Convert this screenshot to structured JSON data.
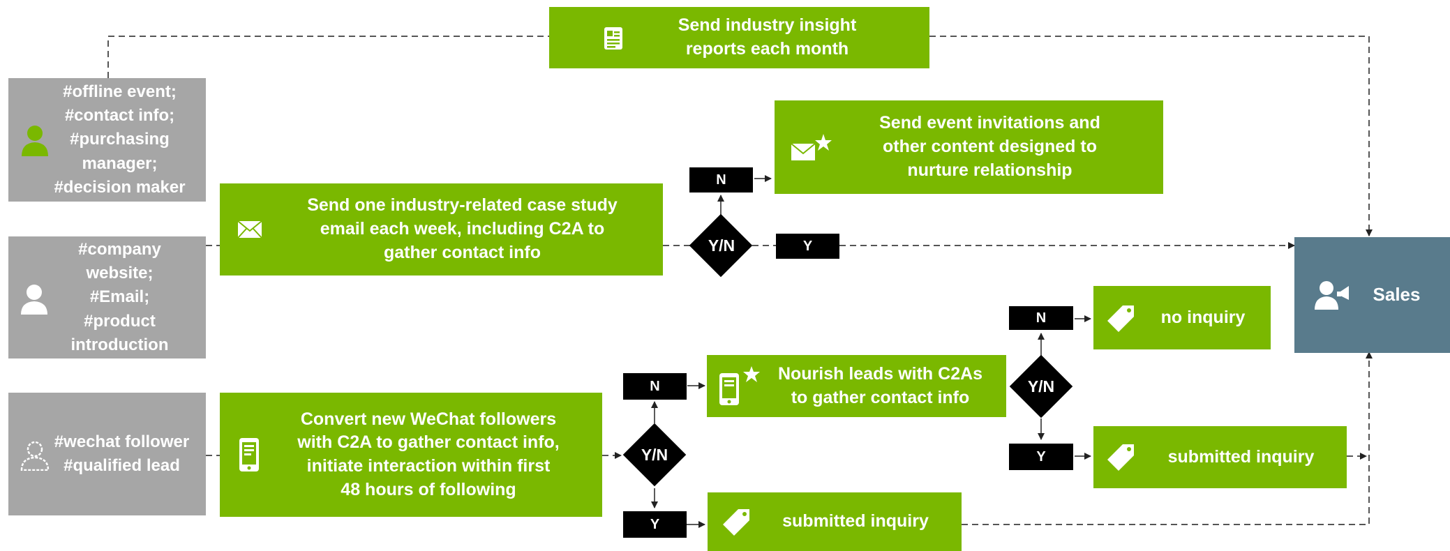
{
  "sources": {
    "offline": "#offline event;\n#contact info;\n#purchasing\nmanager;\n#decision maker",
    "website": "#company website;\n#Email;\n#product\nintroduction",
    "wechat": "#wechat follower\n#qualified lead"
  },
  "actions": {
    "insight": "Send industry insight\nreports each month",
    "case_study": "Send one industry-related  case study\nemail each week, including C2A to\ngather contact info",
    "event_invite": "Send event invitations and\nother content designed to\nnurture relationship",
    "wechat_convert": "Convert new WeChat followers\nwith C2A to gather contact info,\ninitiate interaction within first\n48 hours of following",
    "nourish": "Nourish  leads with C2As\nto gather contact info",
    "no_inquiry": "no inquiry",
    "submitted_inquiry_1": "submitted inquiry",
    "submitted_inquiry_2": "submitted inquiry"
  },
  "decisions": {
    "label": "Y/N"
  },
  "labels": {
    "yes": "Y",
    "no": "N"
  },
  "sales": "Sales",
  "icons": [
    "person-icon",
    "person-outline-icon",
    "report-icon",
    "envelope-icon",
    "envelope-star-icon",
    "phone-icon",
    "phone-star-icon",
    "tag-icon",
    "sales-person-icon"
  ],
  "colors": {
    "green": "#7ab800",
    "grey": "#a6a6a6",
    "sales": "#597b8c",
    "decision": "#000000"
  }
}
